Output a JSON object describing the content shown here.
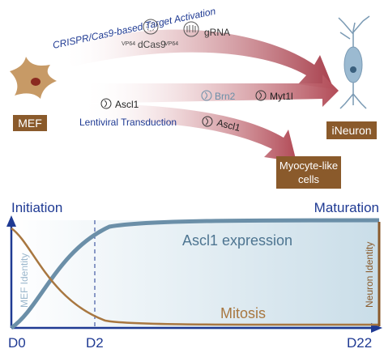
{
  "top": {
    "crispr_label": "CRISPR/Cas9-based Target Activation",
    "vp64_left": "VP64",
    "dcas9": "dCas9",
    "vp64_right": "VP64",
    "grna": "gRNA",
    "lentiviral_label": "Lentiviral Transduction",
    "ascl1_main": "Ascl1",
    "brn2": "Brn2",
    "myt1l": "Myt1l",
    "ascl1_lower": "Ascl1",
    "mef_box": "MEF",
    "ineuron_box": "iNeuron",
    "myocyte_line1": "Myocyte-like",
    "myocyte_line2": "cells"
  },
  "timeline": {
    "initiation": "Initiation",
    "maturation": "Maturation",
    "ascl1_expression": "Ascl1 expression",
    "mef_identity": "MEF Identity",
    "neuron_identity": "Neuron Identity",
    "mitosis": "Mitosis",
    "d0": "D0",
    "d2": "D2",
    "d22": "D22"
  },
  "colors": {
    "brown": "#8a5a2b",
    "navy": "#1f3a93",
    "arrow_red": "#b2555f",
    "steel_blue": "#6b8fa8",
    "mef_cell": "#c79a66",
    "neuron_cell": "#9bbad1"
  }
}
